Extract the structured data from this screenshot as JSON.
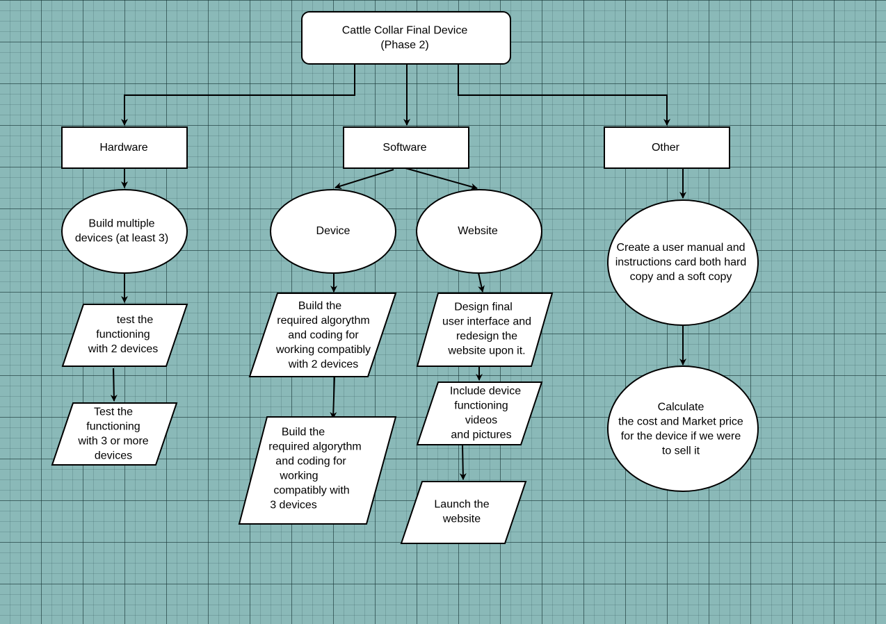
{
  "colors": {
    "background": "#8ab9b8",
    "shape_fill": "#ffffff",
    "stroke": "#000000"
  },
  "nodes": {
    "root": {
      "lines": [
        "Cattle Collar Final Device",
        "(Phase 2)"
      ]
    },
    "hardware": {
      "lines": [
        "Hardware"
      ]
    },
    "software": {
      "lines": [
        "Software"
      ]
    },
    "other": {
      "lines": [
        "Other"
      ]
    },
    "build_multiple": {
      "lines": [
        "Build multiple",
        "devices (at least 3)"
      ]
    },
    "test_2": {
      "lines": [
        "test the",
        "functioning",
        "with 2 devices"
      ]
    },
    "test_3": {
      "lines": [
        "Test the",
        "functioning",
        "with 3 or more",
        "devices"
      ]
    },
    "device": {
      "lines": [
        "Device"
      ]
    },
    "website": {
      "lines": [
        "Website"
      ]
    },
    "build_algo_2": {
      "lines": [
        "Build the",
        "required algorythm",
        "and coding for",
        "working compatibly",
        "with 2 devices"
      ]
    },
    "build_algo_3": {
      "lines": [
        "Build the",
        "required algorythm",
        "and coding for",
        "working",
        "compatibly with",
        "3 devices"
      ]
    },
    "design_ui": {
      "lines": [
        "Design final",
        "user interface and",
        "redesign the",
        "website upon it."
      ]
    },
    "include_videos": {
      "lines": [
        "Include device",
        "functioning",
        "videos",
        "and pictures"
      ]
    },
    "launch": {
      "lines": [
        "Launch the",
        "website"
      ]
    },
    "user_manual": {
      "lines": [
        "Create a user manual and",
        "instructions card both hard",
        "copy and a soft copy"
      ]
    },
    "calculate": {
      "lines": [
        "Calculate",
        "the cost and Market price",
        "for the device if we were",
        "to sell it"
      ]
    }
  }
}
